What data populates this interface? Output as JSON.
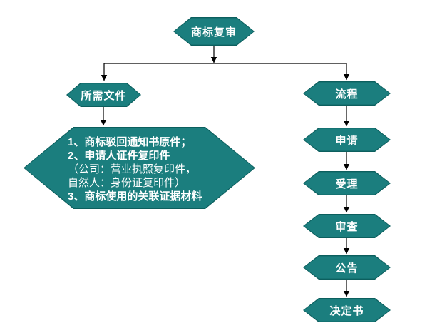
{
  "colors": {
    "hexagon_fill": "#1b7e7e",
    "hexagon_border": "#0c5f5e",
    "text_on_shape": "#ffffff",
    "connector": "#000000",
    "page_background": "#ffffff"
  },
  "flowchart": {
    "root_label": "商标复审",
    "documents_branch": {
      "label": "所需文件",
      "detail_lines": [
        "1、商标驳回通知书原件；",
        "2、申请人证件复印件",
        "（公司：营业执照复印件，",
        "自然人：身份证复印件）",
        "3、商标使用的关联证据材料"
      ]
    },
    "process_branch": {
      "label": "流程",
      "steps": [
        "申请",
        "受理",
        "审查",
        "公告",
        "决定书"
      ]
    }
  }
}
